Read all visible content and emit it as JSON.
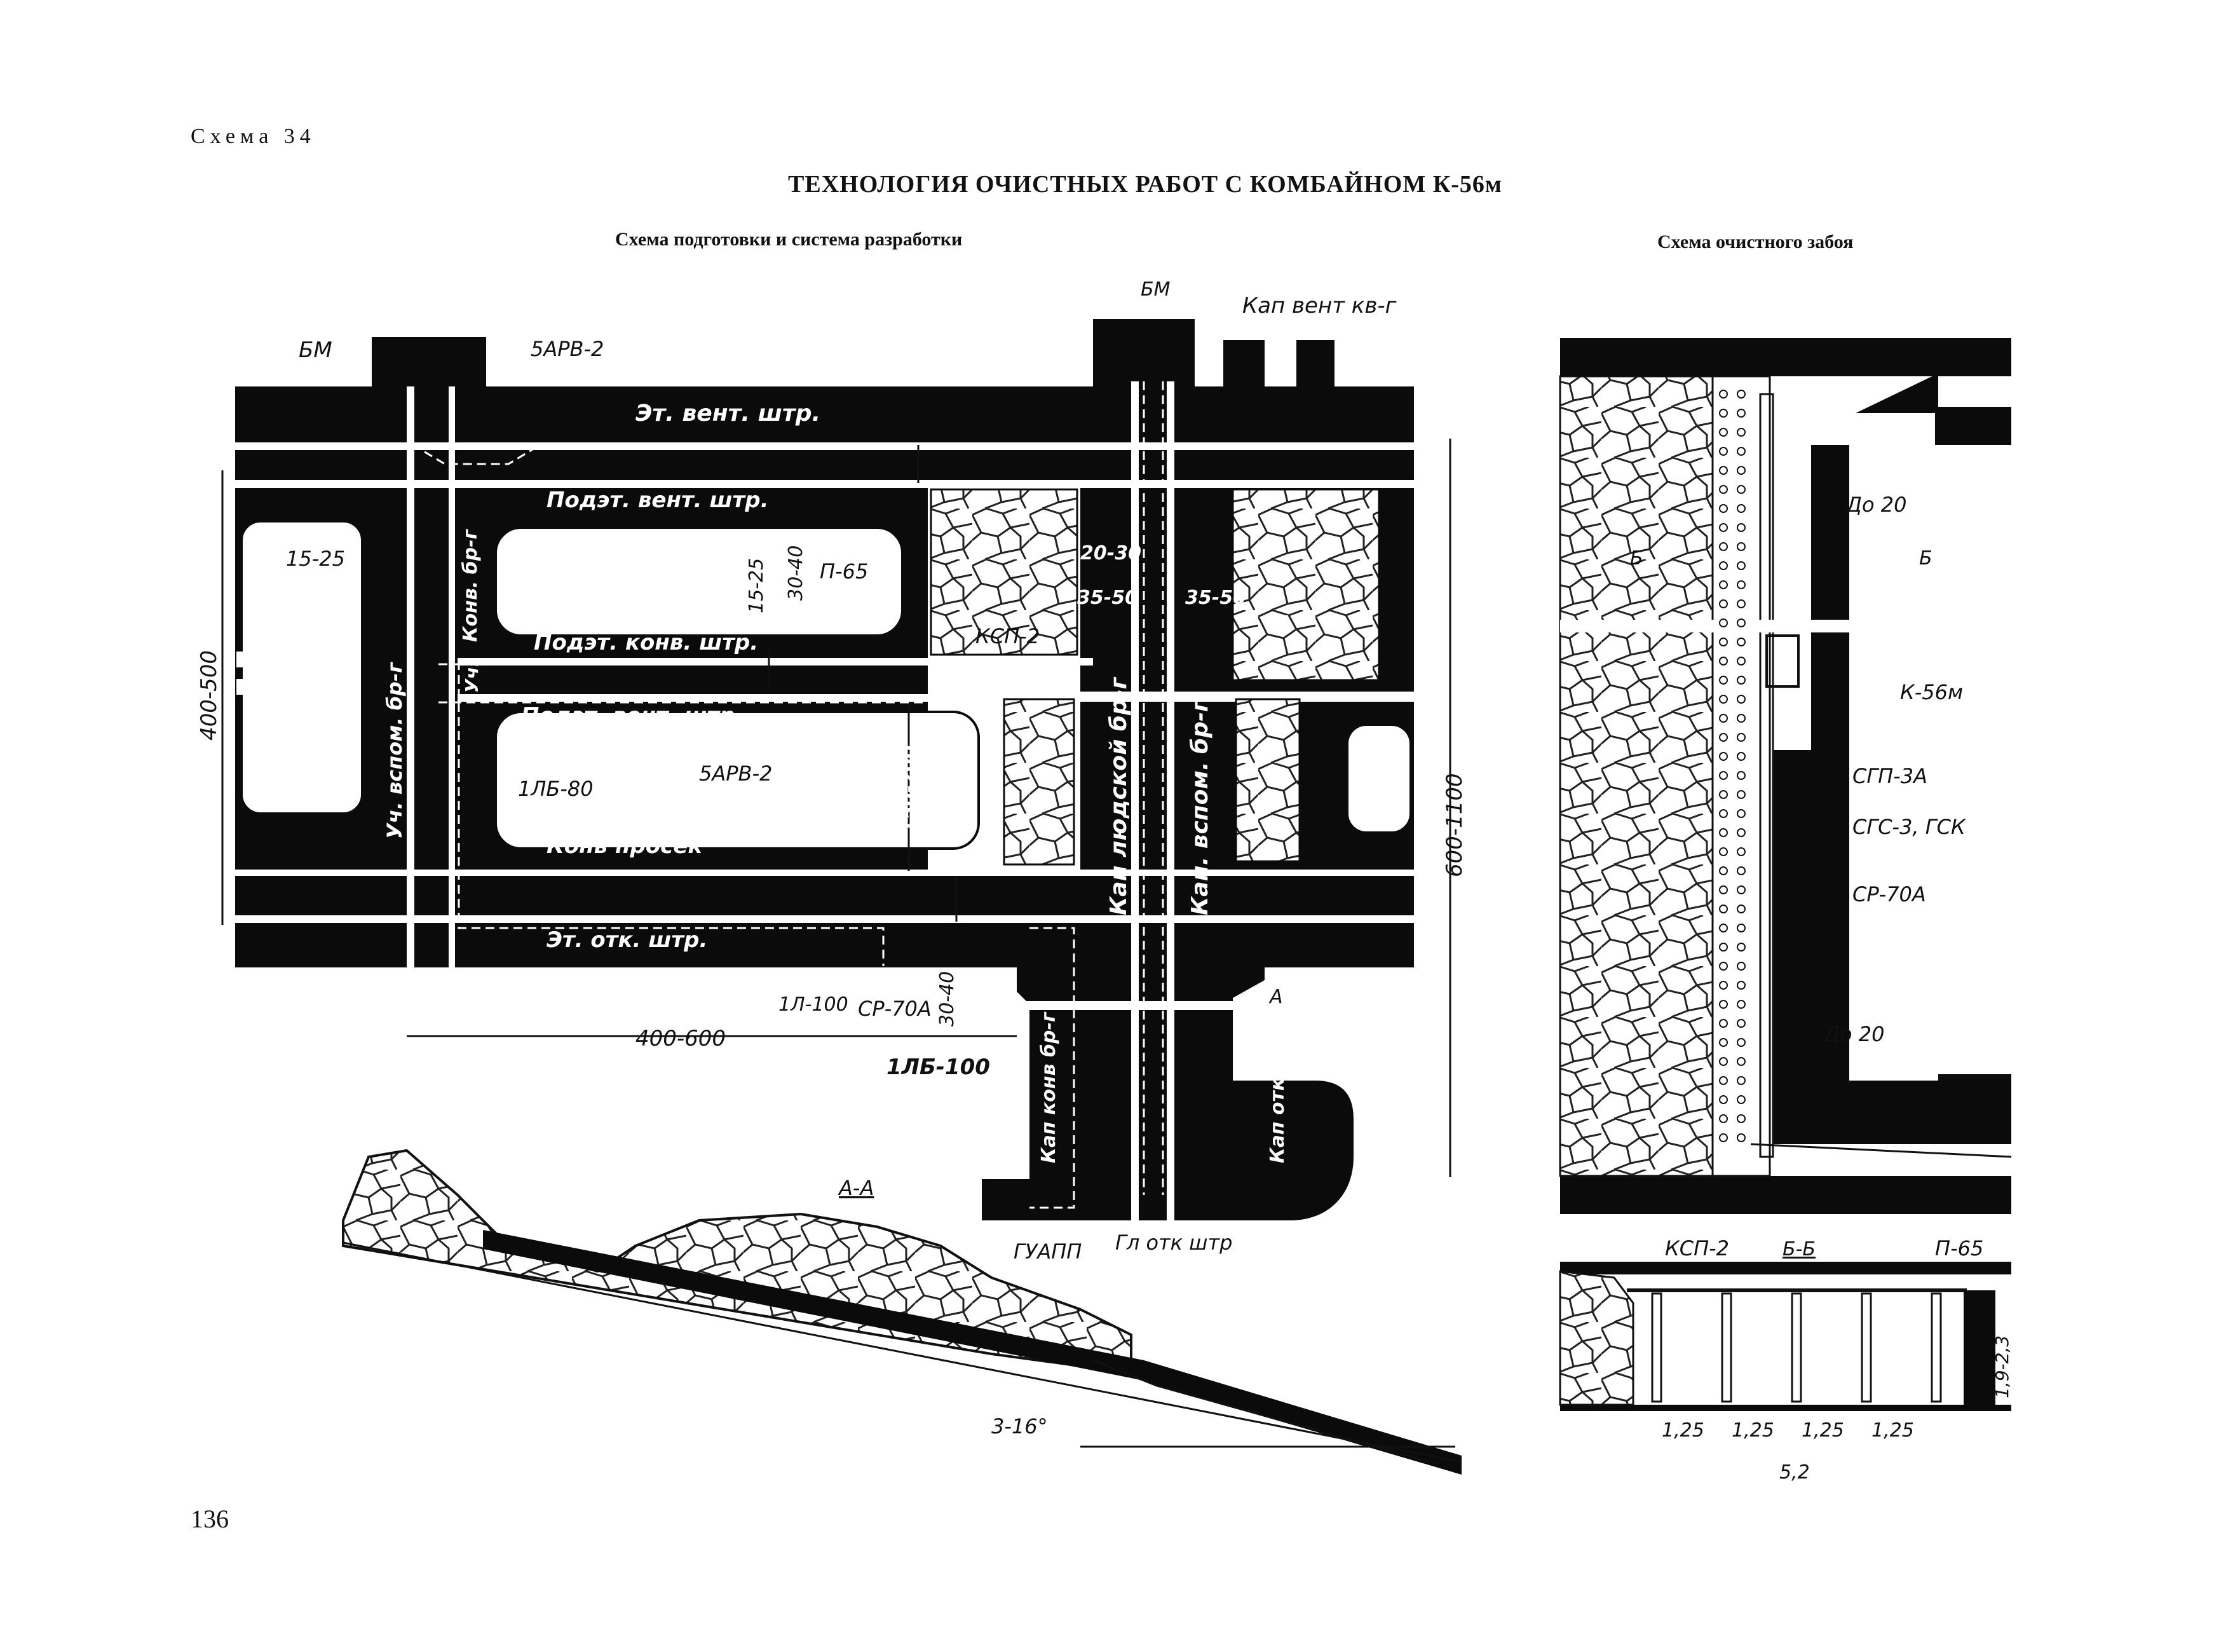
{
  "header": {
    "schema_number": "Схема 34",
    "title": "ТЕХНОЛОГИЯ ОЧИСТНЫХ РАБОТ С КОМБАЙНОМ К-56м",
    "subtitle_left": "Схема подготовки и система разработки",
    "subtitle_right": "Схема очистного забоя"
  },
  "page_number": "136",
  "left_plan": {
    "labels": {
      "bm_left": "БМ",
      "bm_right": "БМ",
      "arv_top": "5АРВ-2",
      "kap_vent": "Кап вент кв-г",
      "et_vent": "Эт. вент. штр.",
      "podet_vent_1": "Подэт. вент. штр.",
      "podet_konv": "Подэт. конв. штр.",
      "podet_vent_2": "Подэт. вент. штр.",
      "konv_prosek": "Конв просек",
      "et_otk": "Эт. отк. штр.",
      "uch_vspom": "Уч. вспом. бр-г",
      "konv_brg": "Конв. бр-г",
      "uch": "Уч.",
      "kap_lyud": "Кап людской бр-г",
      "kap_vspom": "Кап. вспом. бр-г",
      "kap_konv": "Кап конв бр-г",
      "kap_otk": "Кап отк кв-г",
      "ksp2": "КСП-2",
      "p65": "П-65",
      "arv_mid": "5АРВ-2",
      "lb80": "1ЛБ-80",
      "l100": "1Л-100",
      "sr70a": "СР-70А",
      "lb100": "1ЛБ-100",
      "guapp": "ГУАПП",
      "gl_otk": "Гл отк штр",
      "sec_a_top": "А",
      "sec_a_bottom": "А"
    },
    "dimensions": {
      "d_15_25_h": "15-25",
      "d_15_25_v": "15-25",
      "d_30_40_top": "30-40",
      "d_20_30": "20-30",
      "d_35_50_l": "35-50",
      "d_35_50_r": "35-50",
      "d_150_200": "150-200",
      "d_30_40_bottom": "30-40",
      "d_400_500": "400-500",
      "d_400_600": "400-600",
      "d_600_1100": "600-1100"
    }
  },
  "section_aa": {
    "title": "А-А",
    "angle": "3-16°"
  },
  "right_face": {
    "labels": {
      "do20_top": "До 20",
      "do20_bottom": "До 20",
      "b_left": "Б",
      "b_right": "Б",
      "k56m": "К-56м",
      "sgp3a": "СГП-3А",
      "sgs3": "СГС-3, ГСК",
      "sr70a": "СР-70А",
      "ksp2": "КСП-2",
      "p65": "П-65"
    }
  },
  "section_bb": {
    "title": "Б-Б",
    "spacings": [
      "1,25",
      "1,25",
      "1,25",
      "1,25"
    ],
    "total": "5,2",
    "height": "1,9-2,3"
  }
}
